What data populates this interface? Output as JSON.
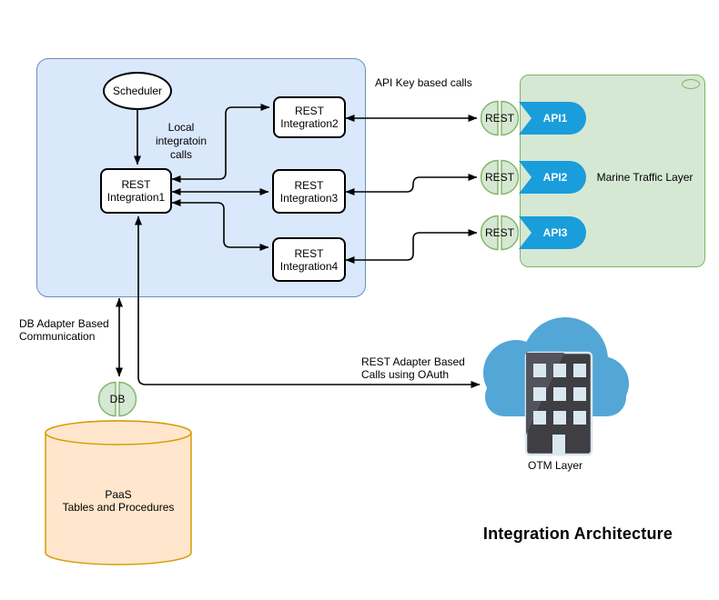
{
  "title": "Integration Architecture",
  "scheduler": {
    "label": "Scheduler"
  },
  "local_calls_label": "Local integratoin calls",
  "integrations": [
    {
      "label": "REST Integration1"
    },
    {
      "label": "REST Integration2"
    },
    {
      "label": "REST Integration3"
    },
    {
      "label": "REST Integration4"
    }
  ],
  "api_key_calls_label": "API Key based calls",
  "marine_layer": {
    "title": "Marine Traffic Layer",
    "endpoints": [
      {
        "connector": "REST",
        "api": "API1"
      },
      {
        "connector": "REST",
        "api": "API2"
      },
      {
        "connector": "REST",
        "api": "API3"
      }
    ]
  },
  "db_flow": {
    "label": "DB Adapter Based Communication",
    "connector": "DB",
    "database_label": "PaaS\nTables and Procedures"
  },
  "otm_flow": {
    "label": "REST Adapter Based Calls using OAuth",
    "layer_label": "OTM Layer"
  },
  "colors": {
    "container_blue_fill": "#dae8fc",
    "container_blue_stroke": "#6c8ebf",
    "green_fill": "#d5e8d4",
    "green_stroke": "#82b366",
    "api_shape_blue": "#1a9ddb",
    "cylinder_fill": "#ffe6cc",
    "cylinder_stroke": "#d79b00",
    "cloud_blue": "#52a7d6",
    "building_dark": "#3e3e43",
    "building_highlight": "#53535c",
    "window_light": "#d9e7f0",
    "node_border": "#000000",
    "connector": "#000000"
  }
}
